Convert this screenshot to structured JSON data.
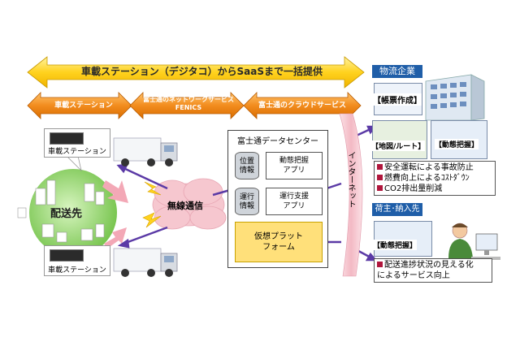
{
  "arrows": {
    "top_banner": "車載ステーション（デジタコ）からSaaSまで一括提供",
    "seg_station": "車載ステーション",
    "seg_network_line1": "富士通のネットワークサービス",
    "seg_network_line2": "FENICS",
    "seg_cloud": "富士通のクラウドサービス"
  },
  "left": {
    "station_top": "車載ステーション",
    "station_bottom": "車載ステーション",
    "destination": "配送先",
    "wireless": "無線通信"
  },
  "datacenter": {
    "title": "富士通データセンター",
    "db1_l1": "位置",
    "db1_l2": "情報",
    "db2_l1": "運行",
    "db2_l2": "情報",
    "app1_l1": "動態把握",
    "app1_l2": "アプリ",
    "app2_l1": "運行支援",
    "app2_l2": "アプリ",
    "platform_l1": "仮想プラット",
    "platform_l2": "フォーム"
  },
  "internet": "インターネット",
  "logistics": {
    "title": "物流企業",
    "screen1": "【帳票作成】",
    "screen2": "【地図/ルート】",
    "screen3": "【動態把握】",
    "bullets": [
      "安全運転による事故防止",
      "燃費向上によるｺｽﾄﾀﾞｳﾝ",
      "CO2排出量削減"
    ]
  },
  "shipper": {
    "title": "荷主･納入先",
    "screen": "【動態把握】",
    "bullet_l1": "配送進捗状況の見える化",
    "bullet_l2": "によるサービス向上"
  },
  "colors": {
    "yellow_arrow": "#ffd21e",
    "orange_arrow": "#f28c1e",
    "green_circle": "#8fd16a",
    "cloud": "#f6c7cf",
    "platform": "#ffe07a",
    "banner_blue": "#1f5ea8",
    "connector_purple": "#5b3aa6",
    "bullet_red": "#b0163c"
  }
}
